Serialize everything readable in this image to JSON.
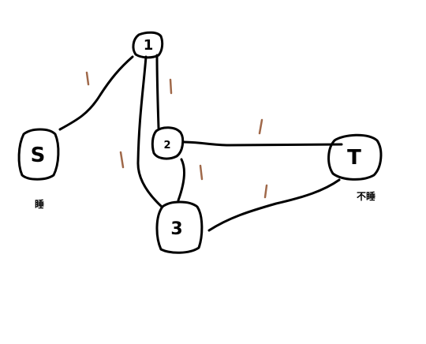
{
  "nodes": {
    "n1": {
      "label": "1"
    },
    "n2": {
      "label": "2"
    },
    "n3": {
      "label": "3"
    },
    "ns": {
      "label": "S"
    },
    "nt": {
      "label": "T"
    }
  },
  "edges": {
    "s_1": {
      "capacity": "1"
    },
    "1_2": {
      "capacity": "1"
    },
    "1_3": {
      "capacity": "1"
    },
    "2_3": {
      "capacity": "1"
    },
    "2_t": {
      "capacity": "1"
    },
    "3_t": {
      "capacity": "1"
    }
  },
  "captions": {
    "s_caption": "睡",
    "t_caption": "不睡"
  },
  "colors": {
    "ink": "#000000",
    "capacity_marks": "#a0694a"
  }
}
